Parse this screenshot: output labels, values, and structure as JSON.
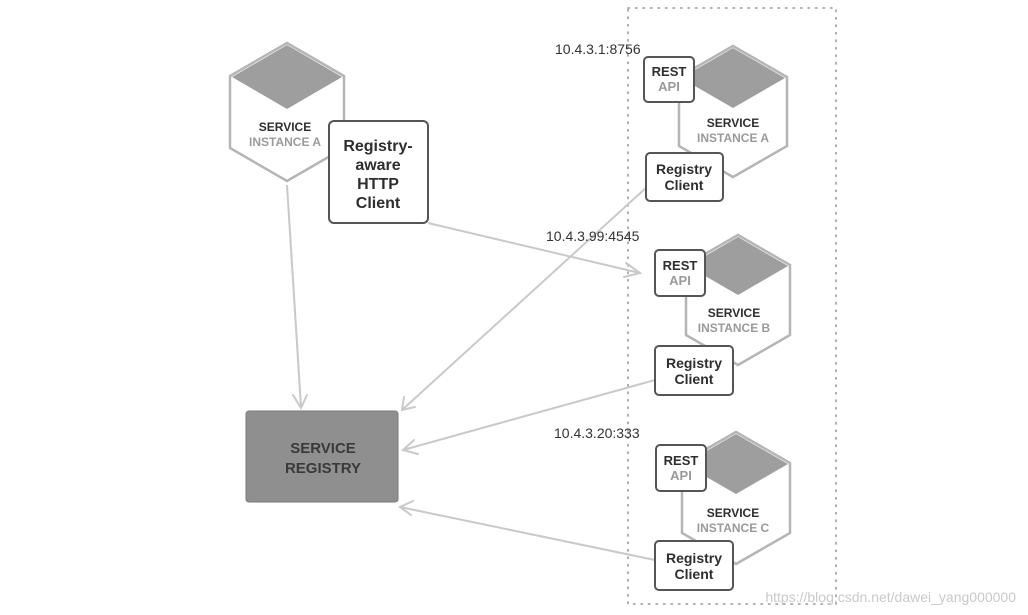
{
  "client_service": {
    "line1": "SERVICE",
    "line2": "INSTANCE A"
  },
  "http_client": {
    "line1": "Registry-",
    "line2": "aware",
    "line3": "HTTP",
    "line4": "Client"
  },
  "registry": {
    "line1": "SERVICE",
    "line2": "REGISTRY"
  },
  "instances": [
    {
      "address": "10.4.3.1:8756",
      "api_line1": "REST",
      "api_line2": "API",
      "service_line1": "SERVICE",
      "service_line2": "INSTANCE A",
      "client_line1": "Registry",
      "client_line2": "Client"
    },
    {
      "address": "10.4.3.99:4545",
      "api_line1": "REST",
      "api_line2": "API",
      "service_line1": "SERVICE",
      "service_line2": "INSTANCE B",
      "client_line1": "Registry",
      "client_line2": "Client"
    },
    {
      "address": "10.4.3.20:333",
      "api_line1": "REST",
      "api_line2": "API",
      "service_line1": "SERVICE",
      "service_line2": "INSTANCE C",
      "client_line1": "Registry",
      "client_line2": "Client"
    }
  ],
  "watermark": "https://blog.csdn.net/dawei_yang000000"
}
